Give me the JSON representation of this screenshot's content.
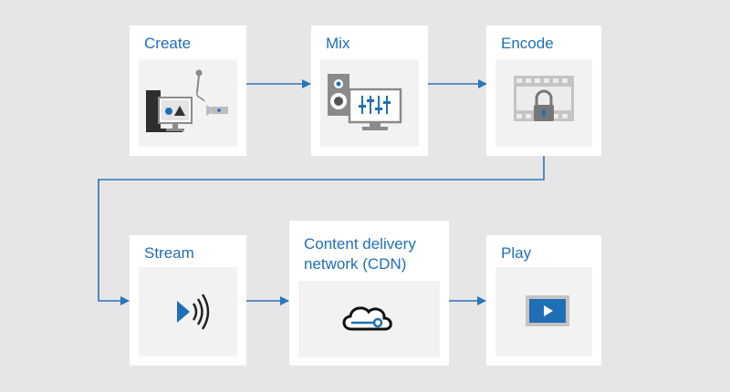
{
  "diagram": {
    "title": "",
    "accent_color": "#2b74ba",
    "steps": [
      {
        "id": "create",
        "label": "Create",
        "icon": "creation-workstation-icon"
      },
      {
        "id": "mix",
        "label": "Mix",
        "icon": "mixing-console-icon"
      },
      {
        "id": "encode",
        "label": "Encode",
        "icon": "encrypted-film-icon"
      },
      {
        "id": "stream",
        "label": "Stream",
        "icon": "streaming-play-icon"
      },
      {
        "id": "cdn",
        "label": "Content delivery network (CDN)",
        "icon": "cloud-network-icon"
      },
      {
        "id": "play",
        "label": "Play",
        "icon": "video-player-icon"
      }
    ],
    "flow": [
      "create",
      "mix",
      "encode",
      "stream",
      "cdn",
      "play"
    ]
  }
}
